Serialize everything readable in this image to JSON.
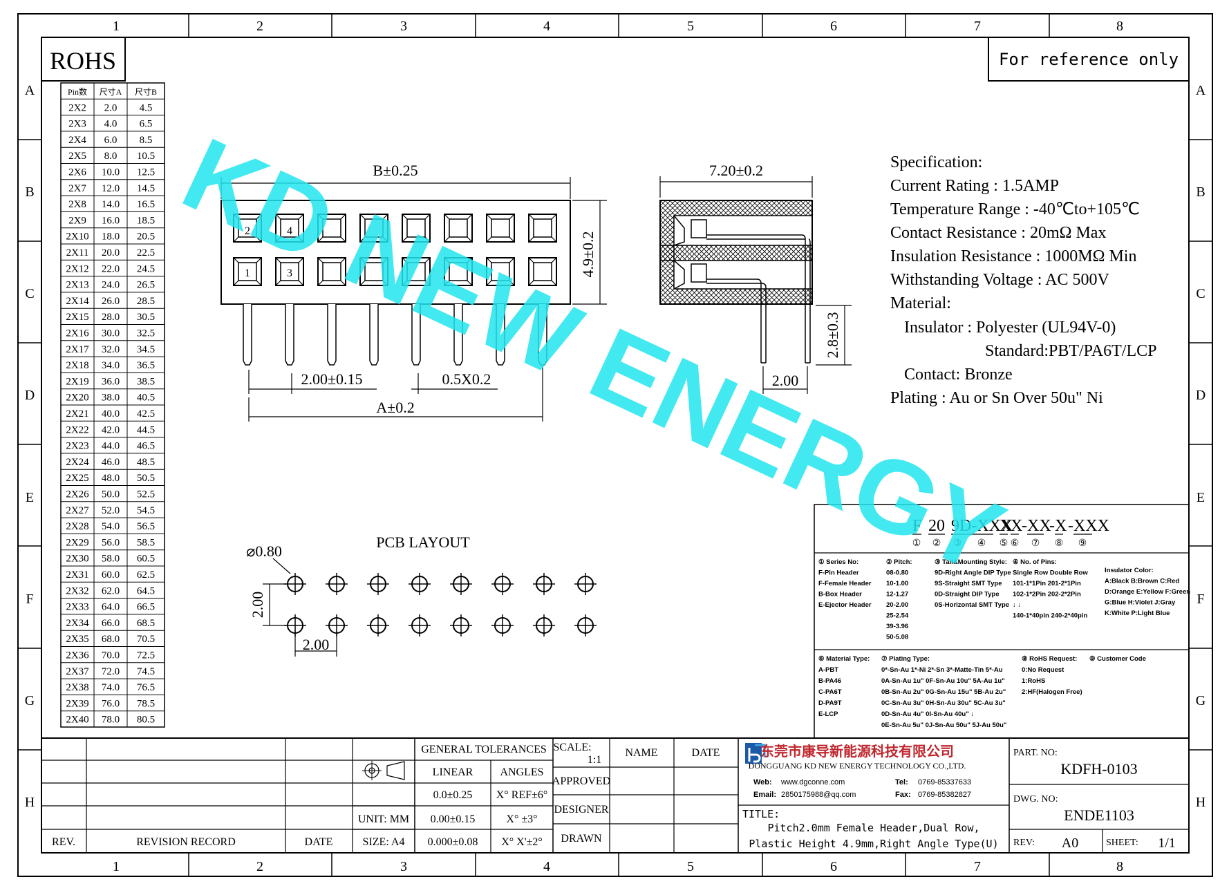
{
  "frame": {
    "col_labels": [
      "1",
      "2",
      "3",
      "4",
      "5",
      "6",
      "7",
      "8"
    ],
    "row_labels": [
      "A",
      "B",
      "C",
      "D",
      "E",
      "F",
      "G",
      "H"
    ]
  },
  "rohs_label": "ROHS",
  "reference_label": "For reference only",
  "watermark": "KD NEW ENERGY",
  "pin_table": {
    "headers": [
      "Pin数",
      "尺寸A",
      "尺寸B"
    ],
    "rows": [
      [
        "2X2",
        "2.0",
        "4.5"
      ],
      [
        "2X3",
        "4.0",
        "6.5"
      ],
      [
        "2X4",
        "6.0",
        "8.5"
      ],
      [
        "2X5",
        "8.0",
        "10.5"
      ],
      [
        "2X6",
        "10.0",
        "12.5"
      ],
      [
        "2X7",
        "12.0",
        "14.5"
      ],
      [
        "2X8",
        "14.0",
        "16.5"
      ],
      [
        "2X9",
        "16.0",
        "18.5"
      ],
      [
        "2X10",
        "18.0",
        "20.5"
      ],
      [
        "2X11",
        "20.0",
        "22.5"
      ],
      [
        "2X12",
        "22.0",
        "24.5"
      ],
      [
        "2X13",
        "24.0",
        "26.5"
      ],
      [
        "2X14",
        "26.0",
        "28.5"
      ],
      [
        "2X15",
        "28.0",
        "30.5"
      ],
      [
        "2X16",
        "30.0",
        "32.5"
      ],
      [
        "2X17",
        "32.0",
        "34.5"
      ],
      [
        "2X18",
        "34.0",
        "36.5"
      ],
      [
        "2X19",
        "36.0",
        "38.5"
      ],
      [
        "2X20",
        "38.0",
        "40.5"
      ],
      [
        "2X21",
        "40.0",
        "42.5"
      ],
      [
        "2X22",
        "42.0",
        "44.5"
      ],
      [
        "2X23",
        "44.0",
        "46.5"
      ],
      [
        "2X24",
        "46.0",
        "48.5"
      ],
      [
        "2X25",
        "48.0",
        "50.5"
      ],
      [
        "2X26",
        "50.0",
        "52.5"
      ],
      [
        "2X27",
        "52.0",
        "54.5"
      ],
      [
        "2X28",
        "54.0",
        "56.5"
      ],
      [
        "2X29",
        "56.0",
        "58.5"
      ],
      [
        "2X30",
        "58.0",
        "60.5"
      ],
      [
        "2X31",
        "60.0",
        "62.5"
      ],
      [
        "2X32",
        "62.0",
        "64.5"
      ],
      [
        "2X33",
        "64.0",
        "66.5"
      ],
      [
        "2X34",
        "66.0",
        "68.5"
      ],
      [
        "2X35",
        "68.0",
        "70.5"
      ],
      [
        "2X36",
        "70.0",
        "72.5"
      ],
      [
        "2X37",
        "72.0",
        "74.5"
      ],
      [
        "2X38",
        "74.0",
        "76.5"
      ],
      [
        "2X39",
        "76.0",
        "78.5"
      ],
      [
        "2X40",
        "78.0",
        "80.5"
      ]
    ]
  },
  "front_view": {
    "dim_b": "B±0.25",
    "dim_height": "4.9±0.2",
    "dim_pitch": "2.00±0.15",
    "dim_pin": "0.5X0.2",
    "dim_a": "A±0.2",
    "pin_numbers": [
      "2",
      "4",
      "1",
      "3"
    ]
  },
  "side_view": {
    "dim_width": "7.20±0.2",
    "dim_tail": "2.8±0.3",
    "dim_offset": "2.00"
  },
  "specification": {
    "title": "Specification:",
    "lines": [
      "Current Rating : 1.5AMP",
      "Temperature Range : -40℃to+105℃",
      "Contact Resistance : 20mΩ Max",
      "Insulation Resistance : 1000MΩ Min",
      "Withstanding Voltage : AC 500V",
      "Material:",
      "Insulator : Polyester (UL94V-0)",
      "Standard:PBT/PA6T/LCP",
      "Contact: Bronze",
      "Plating : Au or Sn Over 50u\" Ni"
    ]
  },
  "pcb_layout": {
    "title": "PCB LAYOUT",
    "dim_hole": "⌀0.80",
    "dim_row": "2.00",
    "dim_col": "2.00"
  },
  "part_code": {
    "segments": [
      "F",
      "20",
      "9D-XXX",
      "X",
      "X",
      "-XX",
      "-X",
      "-XXX"
    ],
    "markers": [
      "①",
      "②",
      "③",
      "④",
      "⑤",
      "⑥",
      "⑦",
      "⑧",
      "⑨"
    ],
    "col1": [
      "① Series No:",
      "F-Pin Header",
      "F-Female Header",
      "B-Box Header",
      "E-Ejector Header"
    ],
    "col2": [
      "② Pitch:",
      "08-0.80",
      "10-1.00",
      "12-1.27",
      "20-2.00",
      "25-2.54",
      "39-3.96",
      "50-5.08"
    ],
    "col3": [
      "③ Tail&Mounting Style:",
      "9D-Right Angle DIP Type",
      "9S-Straight SMT Type",
      "0D-Straight DIP Type",
      "0S-Horizontal SMT Type"
    ],
    "col4": [
      "④ No. of Pins:",
      "Single Row   Double Row",
      "101-1*1Pin   201-2*1Pin",
      "102-1*2Pin   202-2*2Pin",
      "↓              ↓",
      "140-1*40pin  240-2*40pin"
    ],
    "col5": [
      "Insulator Color:",
      "A:Black  B:Brown  C:Red",
      "D:Orange E:Yellow F:Green",
      "G:Blue   H:Violet J:Gray",
      "K:White  P:Light Blue"
    ],
    "col6": [
      "⑥ Material Type:",
      "A-PBT",
      "B-PA46",
      "C-PA6T",
      "D-PA9T",
      "E-LCP"
    ],
    "col7": [
      "⑦ Plating Type:",
      "0*-Sn-Au 1*-Ni 2*-Sn 3*-Matte-Tin 5*-Au",
      "0A-Sn-Au 1u\" 0F-Sn-Au 10u\"  5A-Au 1u\"",
      "0B-Sn-Au 2u\" 0G-Sn-Au 15u\"  5B-Au 2u\"",
      "0C-Sn-Au 3u\" 0H-Sn-Au 30u\"  5C-Au 3u\"",
      "0D-Sn-Au 4u\" 0I-Sn-Au 40u\"     ↓",
      "0E-Sn-Au 5u\" 0J-Sn-Au 50u\"  5J-Au 50u\""
    ],
    "col8": [
      "⑧ RoHS Request:",
      "0:No Request",
      "1:RoHS",
      "2:HF(Halogen Free)"
    ],
    "col9": [
      "⑨ Customer Code"
    ]
  },
  "title_block": {
    "rev_label": "REV.",
    "revision_record": "REVISION RECORD",
    "date_label": "DATE",
    "general_tolerances": "GENERAL TOLERANCES",
    "linear": "LINEAR",
    "angles": "ANGLES",
    "tol1": "0.0±0.25",
    "tol2": "0.00±0.15",
    "tol3": "0.000±0.08",
    "ang1": "X° REF±6°",
    "ang2": "X° ±3°",
    "ang3": "X° X'±2°",
    "unit": "UNIT: MM",
    "size": "SIZE: A4",
    "scale_label": "SCALE:",
    "scale_value": "1:1",
    "name_label": "NAME",
    "date_label2": "DATE",
    "approved": "APPROVED",
    "designer": "DESIGNER",
    "drawn": "DRAWN",
    "company_cn": "东莞市康导新能源科技有限公司",
    "company_en": "DONGGUANG KD NEW ENERGY TECHNOLOGY CO.,LTD.",
    "web_label": "Web:",
    "web_value": "www.dgconne.com",
    "email_label": "Email:",
    "email_value": "2850175988@qq.com",
    "tel_label": "Tel:",
    "tel_value": "0769-85337633",
    "fax_label": "Fax:",
    "fax_value": "0769-85382827",
    "title_label": "TITLE:",
    "title_line1": "Pitch2.0mm Female Header,Dual Row,",
    "title_line2": "Plastic Height 4.9mm,Right Angle Type(U)",
    "part_no_label": "PART. NO:",
    "part_no": "KDFH-0103",
    "dwg_no_label": "DWG. NO:",
    "dwg_no": "ENDE1103",
    "rev_label2": "REV:",
    "rev_value": "A0",
    "sheet_label": "SHEET:",
    "sheet_value": "1/1"
  },
  "colors": {
    "watermark": "#22e5ee",
    "line": "#000000",
    "logo": "#1a5aa8",
    "company": "#c0262d"
  }
}
